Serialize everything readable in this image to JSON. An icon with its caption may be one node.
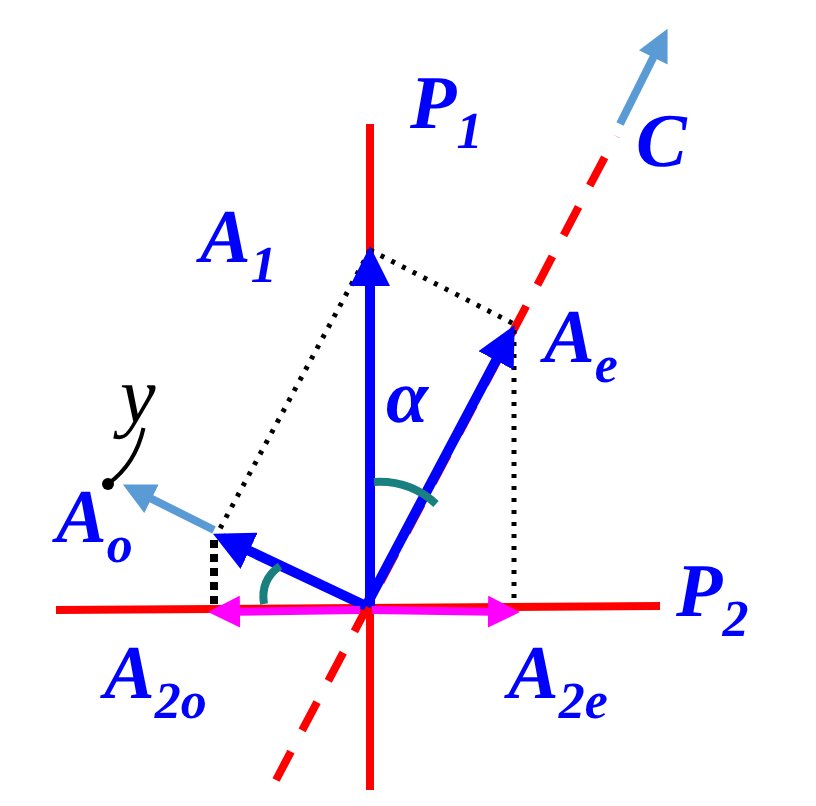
{
  "diagram": {
    "nodes": [
      {
        "text": [
          "y"
        ]
      },
      {
        "text": [
          "A$_{o}$"
        ]
      }
    ],
    "edges": [
      {
        "from": 0,
        "to": 1,
        "arrow": "other"
      }
    ],
    "labels": [
      "P$_{1}$",
      "C",
      "A$_{1}$",
      "A$_{e}$",
      "α",
      "P$_{2}$",
      "A$_{2o}$",
      "A$_{2e}$"
    ]
  }
}
